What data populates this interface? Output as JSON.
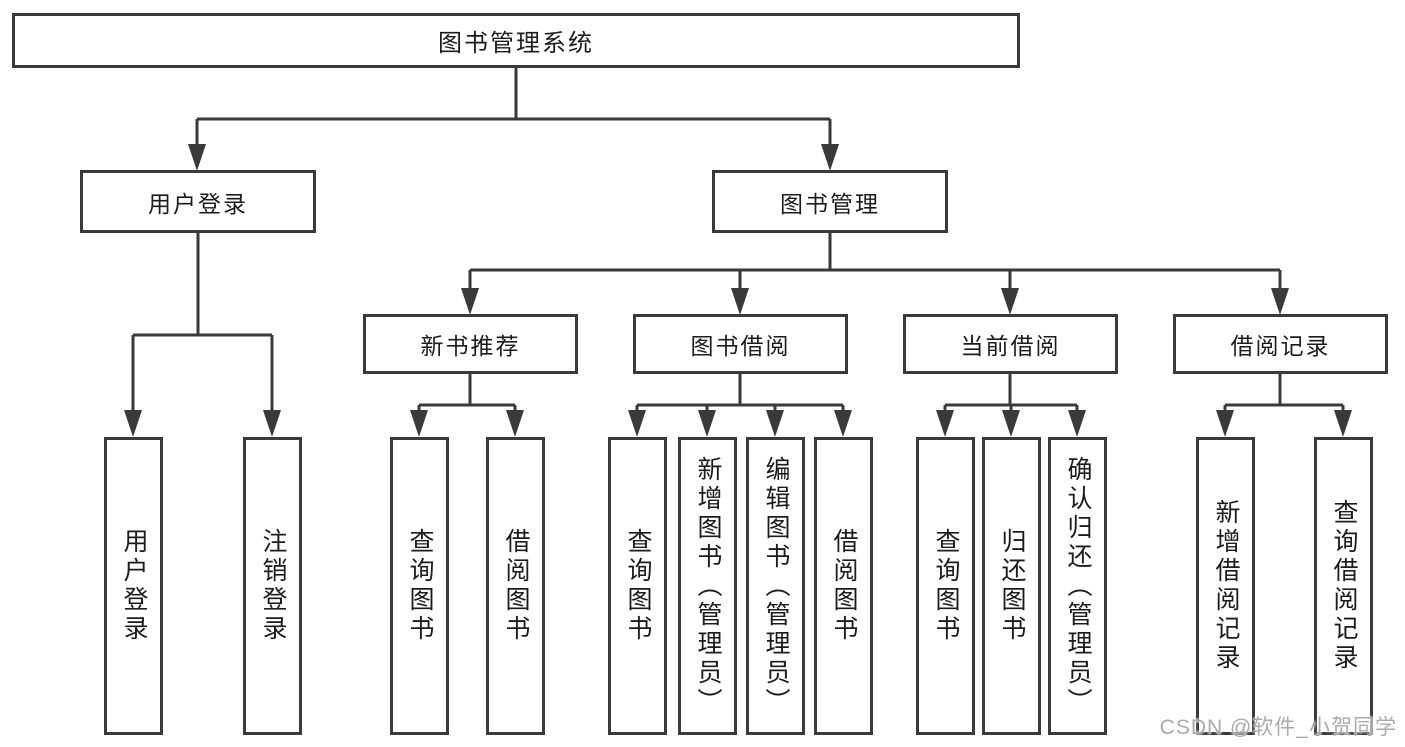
{
  "tree": {
    "root": "图书管理系统",
    "branches": [
      {
        "label": "用户登录",
        "children": [
          "用户登录",
          "注销登录"
        ]
      },
      {
        "label": "图书管理",
        "sections": [
          {
            "label": "新书推荐",
            "children": [
              "查询图书",
              "借阅图书"
            ]
          },
          {
            "label": "图书借阅",
            "children": [
              "查询图书",
              "新增图书（管理员）",
              "编辑图书（管理员）",
              "借阅图书"
            ]
          },
          {
            "label": "当前借阅",
            "children": [
              "查询图书",
              "归还图书",
              "确认归还（管理员）"
            ]
          },
          {
            "label": "借阅记录",
            "children": [
              "新增借阅记录",
              "查询借阅记录"
            ]
          }
        ]
      }
    ]
  },
  "watermark": "CSDN @软件_小贺同学",
  "colors": {
    "line": "#3a3a3a",
    "box_border": "#3a3a3a",
    "text": "#1c1c1c",
    "watermark": "#a5a5a5",
    "background": "#ffffff"
  }
}
